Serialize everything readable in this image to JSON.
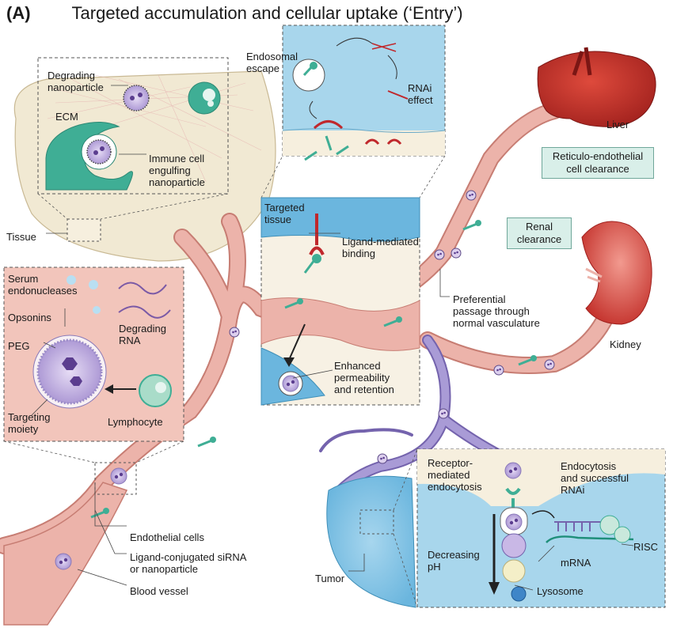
{
  "panel_letter": "(A)",
  "title": "Targeted accumulation and cellular uptake (‘Entry’)",
  "labels": {
    "degrading_nanoparticle": "Degrading\nnanoparticle",
    "ecm": "ECM",
    "immune_cell": "Immune cell\nengulfing\nnanoparticle",
    "tissue": "Tissue",
    "endosomal_escape": "Endosomal\nescape",
    "rnai_effect": "RNAi\neffect",
    "liver": "Liver",
    "reticulo": "Reticulo-endothelial\ncell clearance",
    "renal": "Renal\nclearance",
    "kidney": "Kidney",
    "targeted_tissue": "Targeted\ntissue",
    "ligand_binding": "Ligand-mediated\nbinding",
    "enhanced_permeability": "Enhanced\npermeability\nand retention",
    "preferential_passage": "Preferential\npassage through\nnormal vasculature",
    "serum_endonucleases": "Serum\nendonucleases",
    "degrading_rna": "Degrading\nRNA",
    "opsonins": "Opsonins",
    "peg": "PEG",
    "targeting_moiety": "Targeting\nmoiety",
    "lymphocyte": "Lymphocyte",
    "endothelial_cells": "Endothelial cells",
    "ligand_conjugated": "Ligand-conjugated siRNA\nor nanoparticle",
    "blood_vessel": "Blood vessel",
    "tumor": "Tumor",
    "receptor_endocytosis": "Receptor-\nmediated\nendocytosis",
    "endocytosis_rnai": "Endocytosis\nand successful\nRNAi",
    "risc": "RISC",
    "mrna": "mRNA",
    "decreasing_ph": "Decreasing\npH",
    "lysosome": "Lysosome"
  },
  "colors": {
    "vessel": "#ecb3aa",
    "vessel_edge": "#c77d73",
    "tumor_vessel": "#9b8cc9",
    "tissue_panel": "#f1e9d3",
    "blue_panel": "#9fd0e8",
    "pink_panel": "#f2c5bb",
    "teal": "#3fae95",
    "liver": "#c8312a",
    "kidney": "#d0403a",
    "particle": "#c9b8e6",
    "receptor": "#c0282c"
  }
}
